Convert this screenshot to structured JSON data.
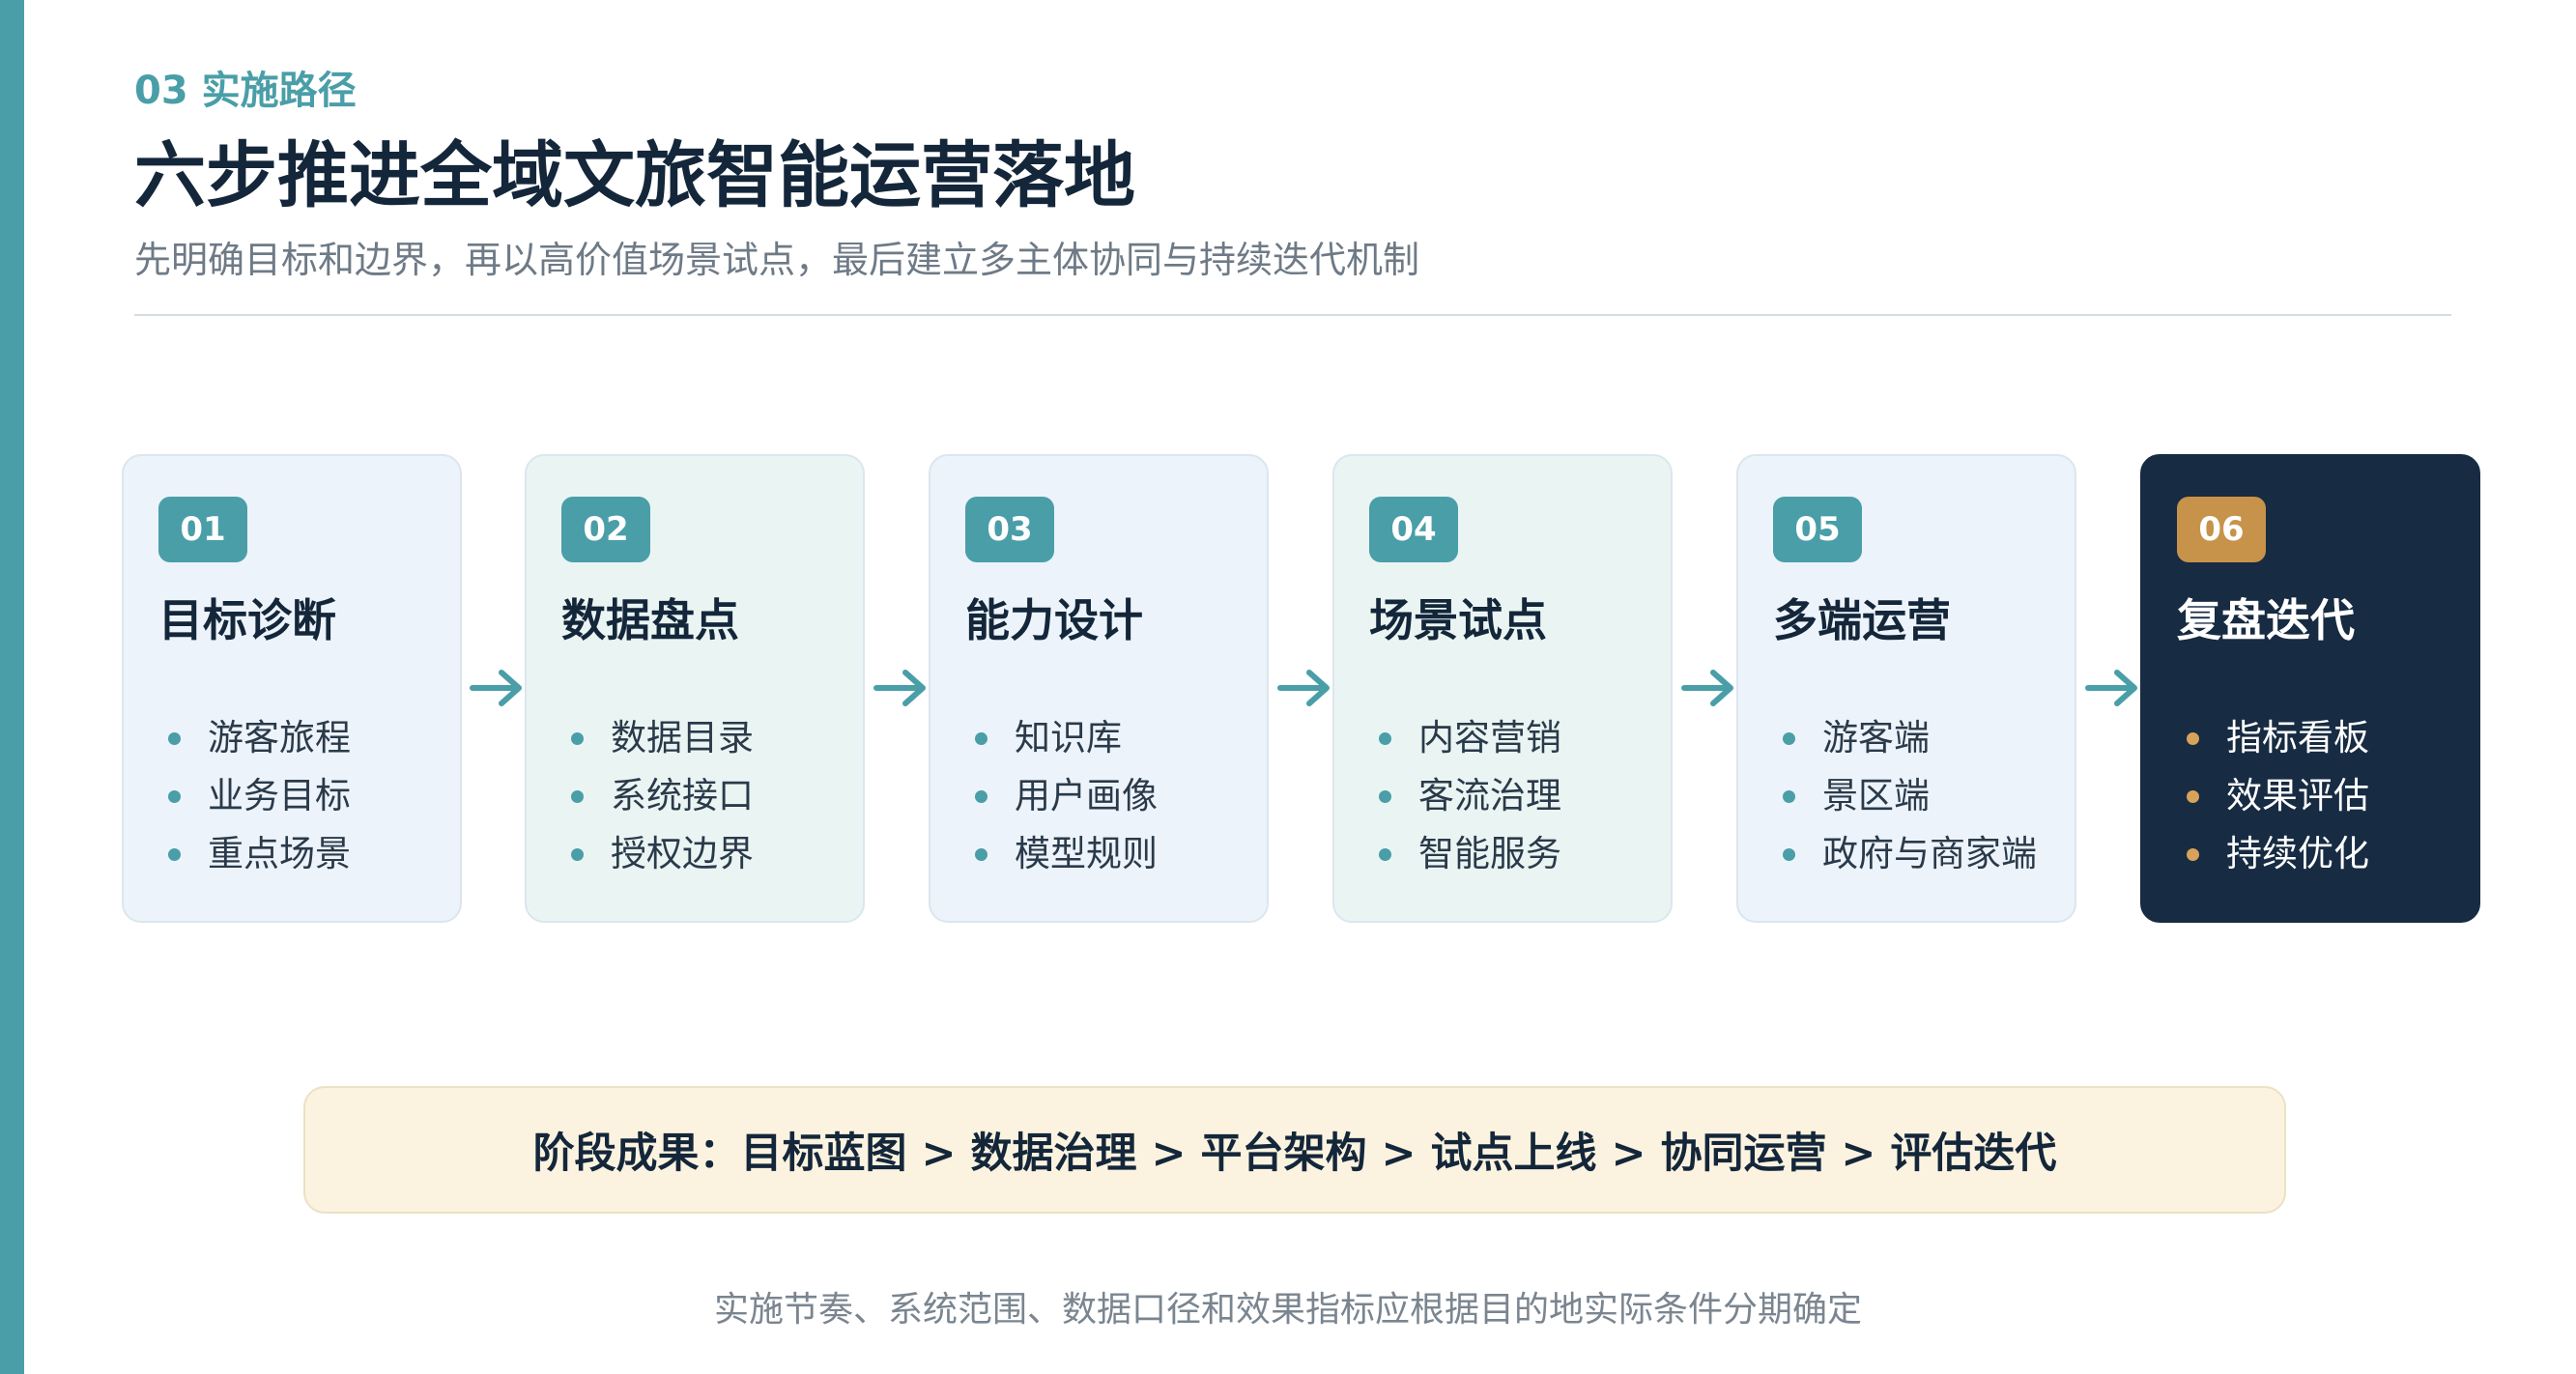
{
  "header": {
    "section_label": "03 实施路径",
    "title": "六步推进全域文旅智能运营落地",
    "subtitle": "先明确目标和边界，再以高价值场景试点，最后建立多主体协同与持续迭代机制"
  },
  "steps": [
    {
      "num": "01",
      "title": "目标诊断",
      "items": [
        "游客旅程",
        "业务目标",
        "重点场景"
      ]
    },
    {
      "num": "02",
      "title": "数据盘点",
      "items": [
        "数据目录",
        "系统接口",
        "授权边界"
      ]
    },
    {
      "num": "03",
      "title": "能力设计",
      "items": [
        "知识库",
        "用户画像",
        "模型规则"
      ]
    },
    {
      "num": "04",
      "title": "场景试点",
      "items": [
        "内容营销",
        "客流治理",
        "智能服务"
      ]
    },
    {
      "num": "05",
      "title": "多端运营",
      "items": [
        "游客端",
        "景区端",
        "政府与商家端"
      ]
    },
    {
      "num": "06",
      "title": "复盘迭代",
      "items": [
        "指标看板",
        "效果评估",
        "持续优化"
      ]
    }
  ],
  "result_bar": {
    "text": "阶段成果：目标蓝图 > 数据治理 > 平台架构 > 试点上线 > 协同运营 > 评估迭代"
  },
  "footnote": "实施节奏、系统范围、数据口径和效果指标应根据目的地实际条件分期确定",
  "colors": {
    "accent_teal": "#4a9ea8",
    "dark_navy": "#172b42",
    "gold": "#c7934a",
    "result_bg": "#fbf3df"
  }
}
